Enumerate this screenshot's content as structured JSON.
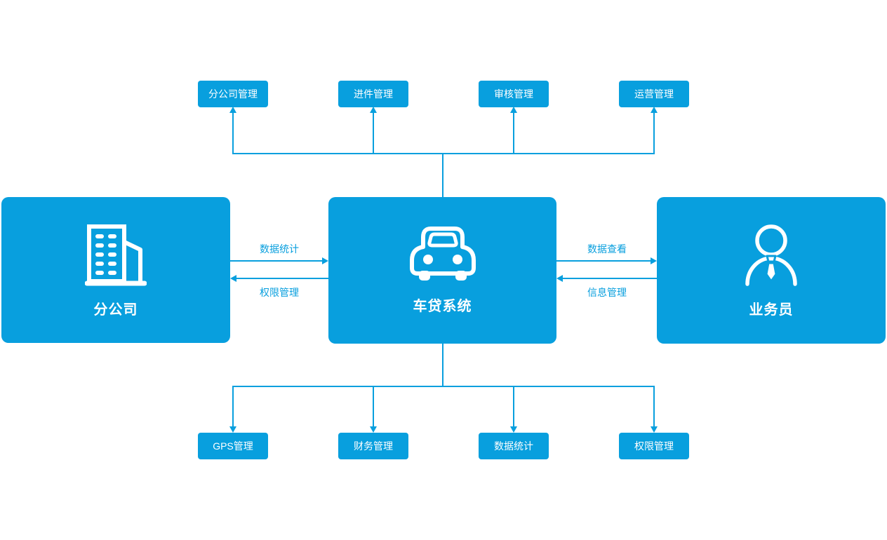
{
  "colors": {
    "accent": "#089FDE",
    "node_text": "#FFFFFF",
    "background": "#FFFFFF"
  },
  "nodes": {
    "branch": {
      "label": "分公司",
      "icon": "building-icon"
    },
    "system": {
      "label": "车贷系统",
      "icon": "car-icon"
    },
    "salesperson": {
      "label": "业务员",
      "icon": "person-icon"
    }
  },
  "top_modules": [
    {
      "label": "分公司管理"
    },
    {
      "label": "进件管理"
    },
    {
      "label": "审核管理"
    },
    {
      "label": "运营管理"
    }
  ],
  "bottom_modules": [
    {
      "label": "GPS管理"
    },
    {
      "label": "财务管理"
    },
    {
      "label": "数据统计"
    },
    {
      "label": "权限管理"
    }
  ],
  "flows": [
    {
      "label": "数据统计",
      "from": "分公司",
      "to": "车贷系统",
      "direction": "right"
    },
    {
      "label": "权限管理",
      "from": "车贷系统",
      "to": "分公司",
      "direction": "left"
    },
    {
      "label": "数据查看",
      "from": "车贷系统",
      "to": "业务员",
      "direction": "right"
    },
    {
      "label": "信息管理",
      "from": "业务员",
      "to": "车贷系统",
      "direction": "left"
    }
  ]
}
